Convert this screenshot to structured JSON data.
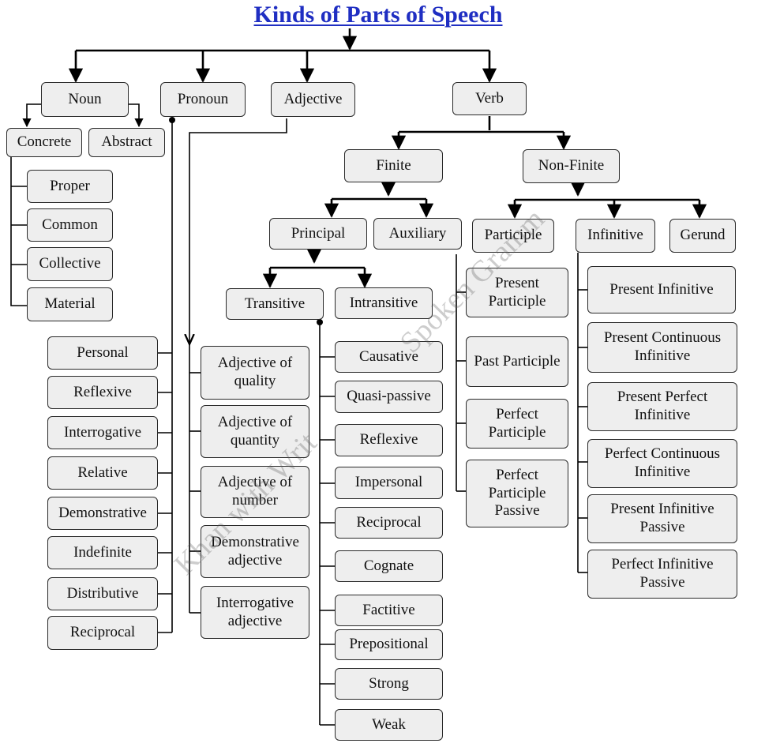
{
  "title": "Kinds of Parts of Speech",
  "watermark": {
    "upper": "Spoken Gramm",
    "lower": "Khan  with Writ"
  },
  "colors": {
    "title": "#1f2ec2",
    "box_fill": "#eeeeee",
    "box_border": "#2a2a2a",
    "line": "#000000"
  },
  "nodes": {
    "noun": "Noun",
    "pronoun": "Pronoun",
    "adjective": "Adjective",
    "verb": "Verb",
    "concrete": "Concrete",
    "abstract": "Abstract",
    "proper": "Proper",
    "common": "Common",
    "collective": "Collective",
    "material": "Material",
    "pron_personal": "Personal",
    "pron_reflexive": "Reflexive",
    "pron_interrogative": "Interrogative",
    "pron_relative": "Relative",
    "pron_demonstrative": "Demonstrative",
    "pron_indefinite": "Indefinite",
    "pron_distributive": "Distributive",
    "pron_reciprocal": "Reciprocal",
    "adj_quality": "Adjective of quality",
    "adj_quantity": "Adjective of quantity",
    "adj_number": "Adjective of number",
    "adj_demonstrative": "Demonstrative adjective",
    "adj_interrogative": "Interrogative adjective",
    "finite": "Finite",
    "non_finite": "Non-Finite",
    "principal": "Principal",
    "auxiliary": "Auxiliary",
    "transitive": "Transitive",
    "intransitive": "Intransitive",
    "causative": "Causative",
    "quasi_passive": "Quasi-passive",
    "verb_reflexive": "Reflexive",
    "impersonal": "Impersonal",
    "verb_reciprocal": "Reciprocal",
    "cognate": "Cognate",
    "factitive": "Factitive",
    "prepositional": "Prepositional",
    "strong": "Strong",
    "weak": "Weak",
    "participle": "Participle",
    "infinitive": "Infinitive",
    "gerund": "Gerund",
    "present_participle": "Present Participle",
    "past_participle": "Past Participle",
    "perfect_participle": "Perfect Participle",
    "perfect_participle_passive": "Perfect Participle Passive",
    "present_infinitive": "Present Infinitive",
    "present_continuous_infinitive": "Present Continuous Infinitive",
    "present_perfect_infinitive": "Present Perfect Infinitive",
    "perfect_continuous_infinitive": "Perfect Continuous Infinitive",
    "present_infinitive_passive": "Present Infinitive Passive",
    "perfect_infinitive_passive": "Perfect Infinitive Passive"
  }
}
